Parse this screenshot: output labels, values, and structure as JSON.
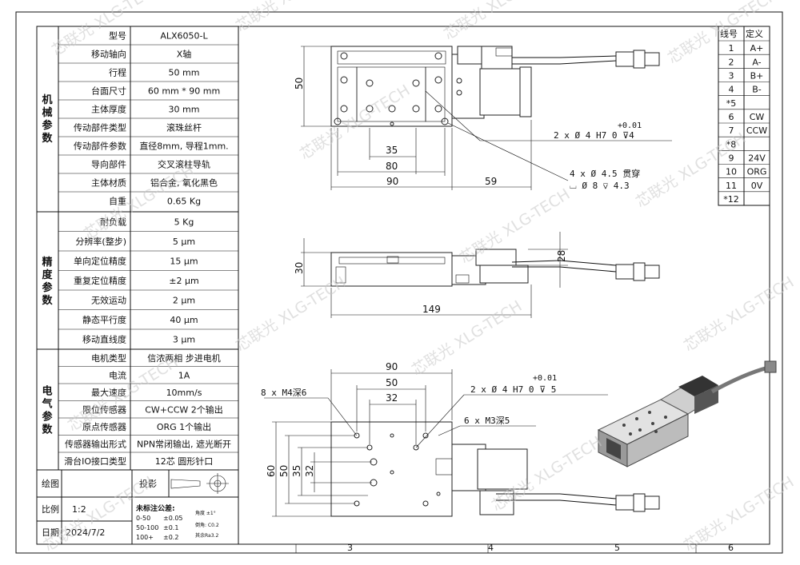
{
  "mech": {
    "section": "机械参数",
    "rows": [
      {
        "label": "型号",
        "value": "ALX6050-L"
      },
      {
        "label": "移动轴向",
        "value": "X轴"
      },
      {
        "label": "行程",
        "value": "50 mm"
      },
      {
        "label": "台面尺寸",
        "value": "60 mm * 90 mm"
      },
      {
        "label": "主体厚度",
        "value": "30 mm"
      },
      {
        "label": "传动部件类型",
        "value": "滚珠丝杆"
      },
      {
        "label": "传动部件参数",
        "value": "直径8mm, 导程1mm."
      },
      {
        "label": "导向部件",
        "value": "交叉滚柱导轨"
      },
      {
        "label": "主体材质",
        "value": "铝合金, 氧化黑色"
      },
      {
        "label": "自重",
        "value": "0.65 Kg"
      }
    ]
  },
  "prec": {
    "section": "精度参数",
    "rows": [
      {
        "label": "耐负载",
        "value": "5 Kg"
      },
      {
        "label": "分辨率(整步)",
        "value": "5 μm"
      },
      {
        "label": "单向定位精度",
        "value": "15 μm"
      },
      {
        "label": "重复定位精度",
        "value": "±2 μm"
      },
      {
        "label": "无效运动",
        "value": "2 μm"
      },
      {
        "label": "静态平行度",
        "value": "40 μm"
      },
      {
        "label": "移动直线度",
        "value": "3 μm"
      }
    ]
  },
  "elec": {
    "section": "电气参数",
    "rows": [
      {
        "label": "电机类型",
        "value": "信浓两相 步进电机"
      },
      {
        "label": "电流",
        "value": "1A"
      },
      {
        "label": "最大速度",
        "value": "10mm/s"
      },
      {
        "label": "限位传感器",
        "value": "CW+CCW 2个输出"
      },
      {
        "label": "原点传感器",
        "value": "ORG 1个输出"
      },
      {
        "label": "传感器输出形式",
        "value": "NPN常闭输出, 遮光断开"
      },
      {
        "label": "滑台IO接口类型",
        "value": "12芯 圆形针口"
      }
    ]
  },
  "titleblock": {
    "drawing": "绘图",
    "projection": "投影",
    "scale_label": "比例",
    "scale": "1:2",
    "date_label": "日期",
    "date": "2024/7/2",
    "tol_title": "未标注公差:",
    "tol_rows": [
      {
        "range": "0-50",
        "tol": "±0.05"
      },
      {
        "range": "50-100",
        "tol": "±0.1"
      },
      {
        "range": "100+",
        "tol": "±0.2"
      }
    ],
    "angle": "角度 ±1°",
    "chamfer": "倒角: C0.2",
    "rough": "其余Ra3.2"
  },
  "wiring": {
    "header_no": "线号",
    "header_def": "定义",
    "rows": [
      {
        "no": "1",
        "def": "A+"
      },
      {
        "no": "2",
        "def": "A-"
      },
      {
        "no": "3",
        "def": "B+"
      },
      {
        "no": "4",
        "def": "B-"
      },
      {
        "no": "*5",
        "def": ""
      },
      {
        "no": "6",
        "def": "CW"
      },
      {
        "no": "7",
        "def": "CCW"
      },
      {
        "no": "*8",
        "def": ""
      },
      {
        "no": "9",
        "def": "24V"
      },
      {
        "no": "10",
        "def": "ORG"
      },
      {
        "no": "11",
        "def": "0V"
      },
      {
        "no": "*12",
        "def": ""
      }
    ]
  },
  "dims": {
    "top_height": "50",
    "top_35": "35",
    "top_80": "80",
    "top_90": "90",
    "top_59": "59",
    "pin_callout": "2 x Ø 4 H7  0   ⊽4",
    "pin_tol": "+0.01",
    "hole_callout_1": "4 x Ø 4.5 贯穿",
    "hole_callout_2": "⌴ Ø 8  ⊽ 4.3",
    "side_30": "30",
    "side_28": "28",
    "side_149": "149",
    "bot_90": "90",
    "bot_50": "50",
    "bot_32": "32",
    "bot_60": "60",
    "bot_50v": "50",
    "bot_35": "35",
    "bot_32v": "32",
    "bot_m4": "8 x M4深6",
    "bot_pin": "2 x Ø 4 H7  0   ⊽ 5",
    "bot_pin_tol": "+0.01",
    "bot_m3": "6 x M3深5"
  },
  "border_cols": [
    "3",
    "4",
    "5",
    "6"
  ],
  "watermark": "芯联光 XLG-TECH"
}
